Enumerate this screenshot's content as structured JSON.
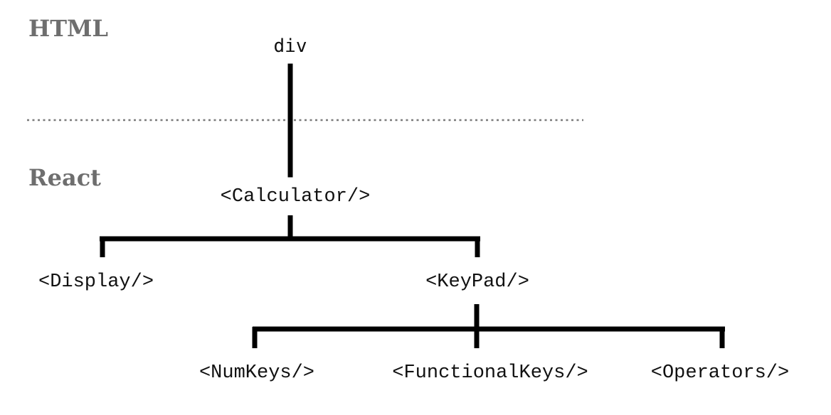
{
  "sections": {
    "html_label": "HTML",
    "react_label": "React"
  },
  "tree": {
    "root": "div",
    "calculator": "<Calculator/>",
    "display": "<Display/>",
    "keypad": "<KeyPad/>",
    "numkeys": "<NumKeys/>",
    "functionalkeys": "<FunctionalKeys/>",
    "operators": "<Operators/>"
  },
  "colors": {
    "section_label": "#6e6e6e",
    "line": "#000000",
    "divider": "#7a7a7a"
  }
}
